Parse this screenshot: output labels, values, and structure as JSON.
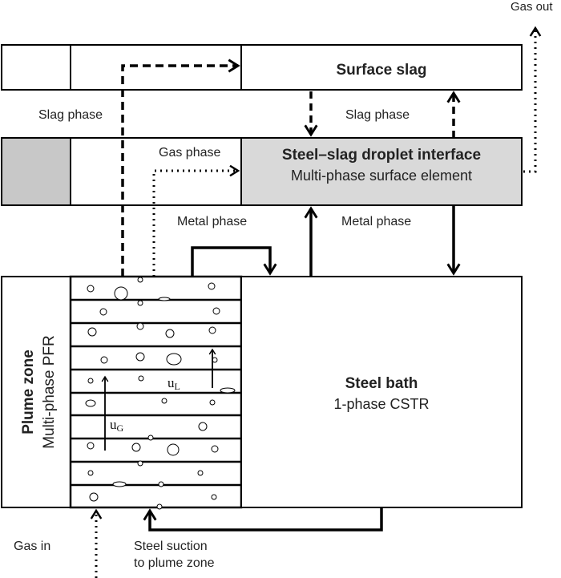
{
  "labels": {
    "gas_out": "Gas out",
    "surface_slag": "Surface slag",
    "slag_phase_left": "Slag phase",
    "slag_phase_right": "Slag phase",
    "gas_phase": "Gas phase",
    "interface_title": "Steel–slag droplet interface",
    "interface_subtitle": "Multi-phase surface element",
    "metal_phase_left": "Metal phase",
    "metal_phase_right": "Metal phase",
    "plume_zone": "Plume zone",
    "plume_subtitle": "Multi-phase PFR",
    "steel_bath": "Steel bath",
    "steel_bath_subtitle": "1-phase CSTR",
    "u_l_base": "u",
    "u_l_sub": "L",
    "u_g_base": "u",
    "u_g_sub": "G",
    "gas_in": "Gas in",
    "steel_suction_line1": "Steel suction",
    "steel_suction_line2": "to plume zone"
  },
  "colors": {
    "stroke": "#000000",
    "interface_fill": "#d9d9d9",
    "grey_cell": "#c8c8c8"
  }
}
